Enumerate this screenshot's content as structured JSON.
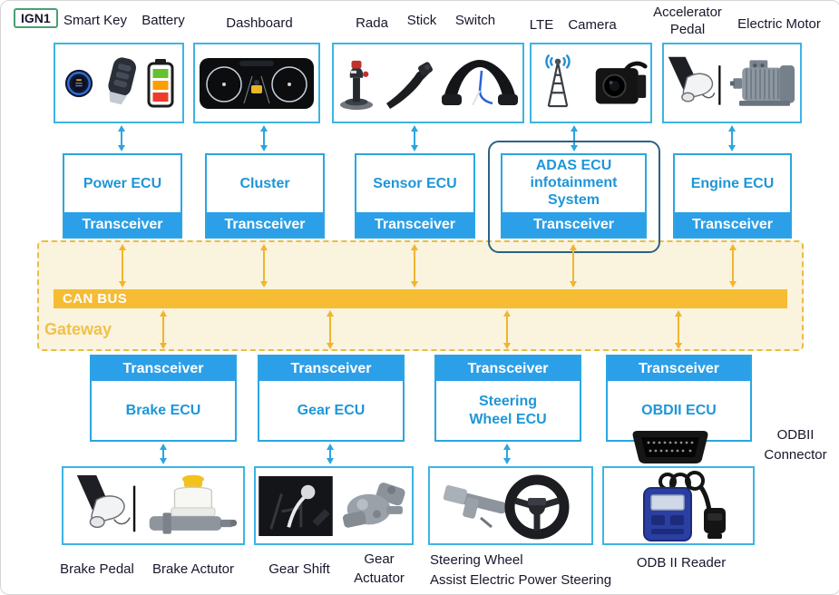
{
  "colors": {
    "accent_blue": "#2AA6E0",
    "image_box_border": "#3CB4E5",
    "ecu_text": "#1E96D8",
    "transceiver_bg": "#2B9FE8",
    "canbus_bar": "#F6BC34",
    "gateway_bg": "#FAF3DE",
    "gateway_border": "#E9BC45",
    "gateway_text": "#F0C14B",
    "adas_outline": "#2C6286",
    "ign_border": "#4C9E73",
    "arrow_gold": "#F0B52F",
    "label_text": "#17172B"
  },
  "badge": {
    "label": "IGN1"
  },
  "top_labels": {
    "smart_key": "Smart Key",
    "battery": "Battery",
    "dashboard": "Dashboard",
    "rada": "Rada",
    "stick": "Stick",
    "switch": "Switch",
    "lte": "LTE",
    "camera": "Camera",
    "accelerator_pedal": "Accelerator Pedal",
    "electric_motor": "Electric Motor"
  },
  "top_ecus": [
    {
      "name": "Power ECU",
      "transceiver": "Transceiver"
    },
    {
      "name": "Cluster",
      "transceiver": "Transceiver"
    },
    {
      "name": "Sensor ECU",
      "transceiver": "Transceiver"
    },
    {
      "name": "ADAS ECU infotainment System",
      "transceiver": "Transceiver"
    },
    {
      "name": "Engine ECU",
      "transceiver": "Transceiver"
    }
  ],
  "gateway": {
    "bus_label": "CAN BUS",
    "label": "Gateway"
  },
  "bottom_ecus": [
    {
      "transceiver": "Transceiver",
      "name": "Brake ECU"
    },
    {
      "transceiver": "Transceiver",
      "name": "Gear ECU"
    },
    {
      "transceiver": "Transceiver",
      "name": "Steering Wheel ECU"
    },
    {
      "transceiver": "Transceiver",
      "name": "OBDII ECU"
    }
  ],
  "obd": {
    "connector_label": "ODBII Connector",
    "reader_label": "ODB II Reader"
  },
  "bottom_labels": {
    "brake_pedal": "Brake Pedal",
    "brake_actutor": "Brake Actutor",
    "gear_shift": "Gear Shift",
    "gear_actuator": "Gear Actuator",
    "steering_line1": "Steering Wheel",
    "steering_line2": "Assist Electric Power Steering"
  },
  "icons": {
    "start_button": "push-start-button",
    "key_fob": "smart-key-fob",
    "battery": "battery-level-green-orange-red",
    "dashboard_cluster": "instrument-cluster-display",
    "joystick": "control-stick",
    "stalk_switch": "steering-column-stalk",
    "wheel_switch": "steering-wheel-switch-assembly",
    "lte_antenna": "antenna-tower-with-waves",
    "camera": "vehicle-camera",
    "accelerator_pedal": "foot-on-pedal-sketch",
    "electric_motor": "electric-motor",
    "brake_pedal": "foot-on-brake-pedal-sketch",
    "brake_actuator": "brake-master-cylinder",
    "gear_shift": "gear-shifter-photo",
    "gear_actuator": "gear-actuator-unit",
    "steering_wheel": "steering-wheel-with-column",
    "obd_connector": "obd2-plug",
    "obd_reader": "handheld-obd-scanner"
  }
}
